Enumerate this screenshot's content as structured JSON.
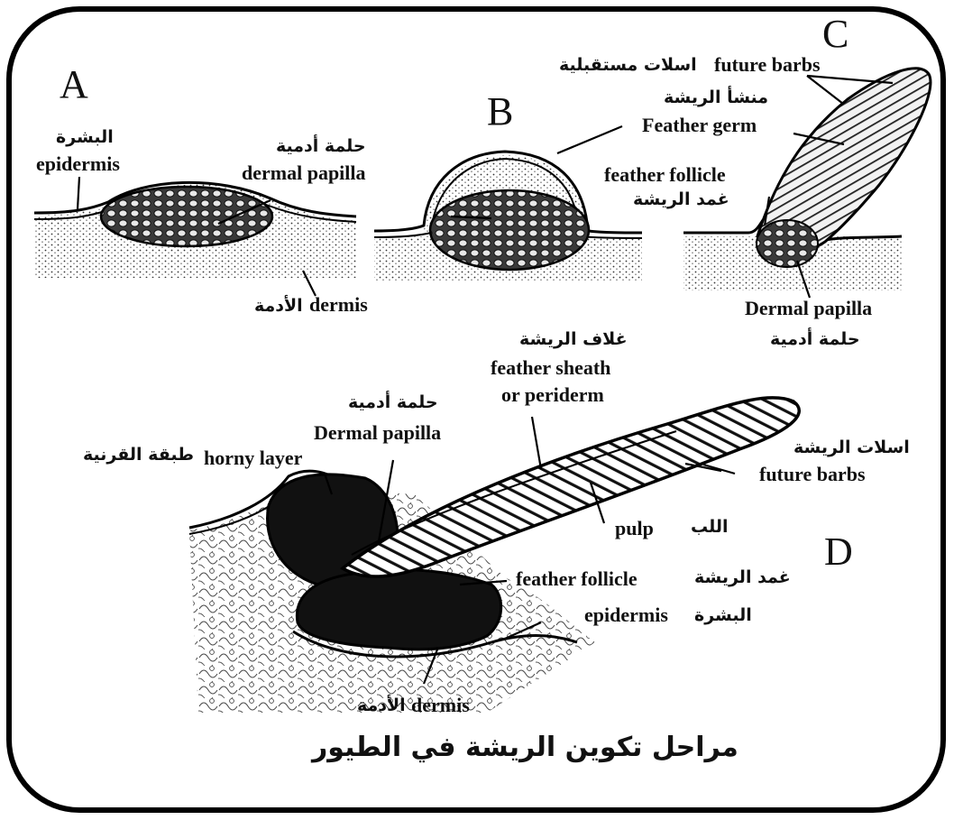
{
  "panels": {
    "a": "A",
    "b": "B",
    "c": "C",
    "d": "D"
  },
  "labels": {
    "epidermis_ar": "البشرة",
    "epidermis_en": "epidermis",
    "dermal_papilla_ar": "حلمة أدمية",
    "dermal_papilla_en": "dermal papilla",
    "dermis_ab": "dermis",
    "dermis_ab_ar": "الأدمة",
    "future_barbs_c_en": "future barbs",
    "future_barbs_c_ar": "اسلات مستقبلية",
    "feather_germ_ar": "منشأ الريشة",
    "feather_germ_en": "Feather germ",
    "feather_follicle_c_en": "feather follicle",
    "feather_follicle_c_ar": "غمد الريشة",
    "dermal_papilla_c_en": "Dermal papilla",
    "dermal_papilla_c_ar": "حلمة أدمية",
    "feather_sheath_ar": "غلاف الريشة",
    "feather_sheath_en1": "feather sheath",
    "feather_sheath_en2": "or periderm",
    "dermal_papilla_d_ar": "حلمة أدمية",
    "dermal_papilla_d_en": "Dermal papilla",
    "horny_layer_ar": "طبقة القرنية",
    "horny_layer_en": "horny layer",
    "future_barbs_d_ar": "اسلات الريشة",
    "future_barbs_d_en": "future barbs",
    "pulp_en": "pulp",
    "pulp_ar": "اللب",
    "feather_follicle_d_en": "feather follicle",
    "feather_follicle_d_ar": "غمد الريشة",
    "epidermis_d_en": "epidermis",
    "epidermis_d_ar": "البشرة",
    "dermis_d_en": "dermis",
    "dermis_d_ar": "الأدمة"
  },
  "caption": "مراحل تكوين الريشة في الطيور"
}
